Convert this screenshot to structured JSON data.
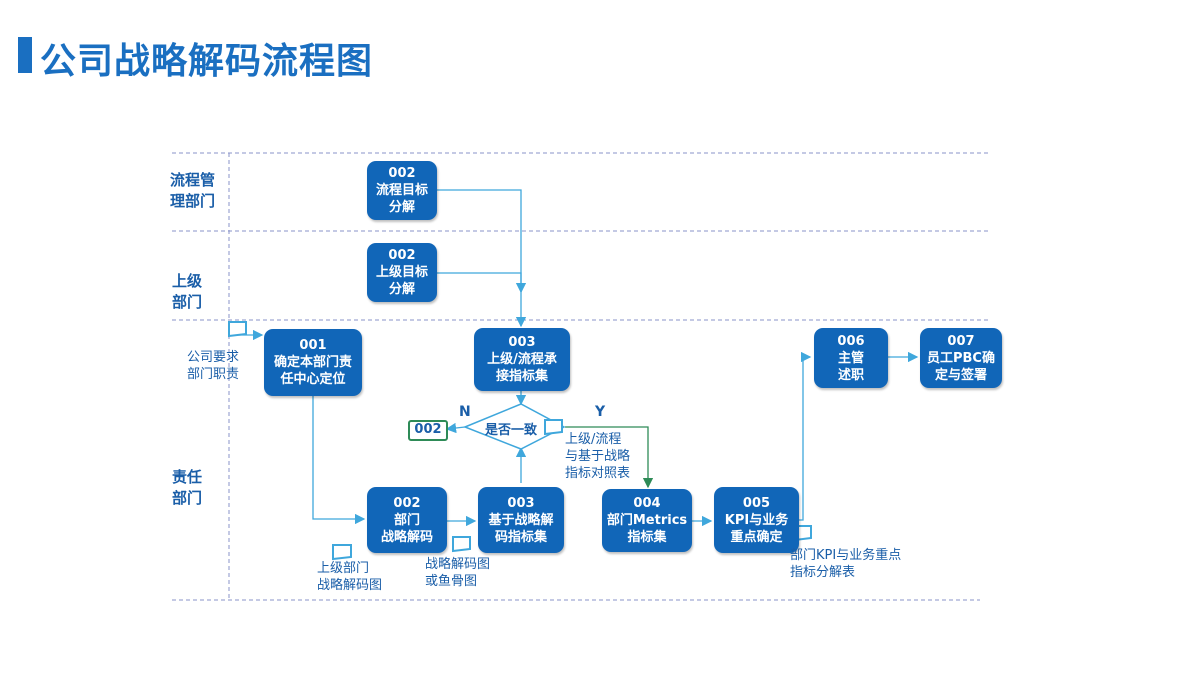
{
  "title": "公司战略解码流程图",
  "lanes": {
    "lane1": "流程管\n理部门",
    "lane2": "上级\n部门",
    "lane3": "责任\n部门"
  },
  "boxes": {
    "b002a": {
      "code": "002",
      "text": "流程目标\n分解"
    },
    "b002b": {
      "code": "002",
      "text": "上级目标\n分解"
    },
    "b001": {
      "code": "001",
      "text": "确定本部门责\n任中心定位"
    },
    "b003a": {
      "code": "003",
      "text": "上级/流程承\n接指标集"
    },
    "b002c": {
      "code": "002",
      "text": "部门\n战略解码"
    },
    "b003b": {
      "code": "003",
      "text": "基于战略解\n码指标集"
    },
    "b004": {
      "code": "004",
      "text": "部门Metrics\n指标集"
    },
    "b005": {
      "code": "005",
      "text": "KPI与业务\n重点确定"
    },
    "b006": {
      "code": "006",
      "text": "主管\n述职"
    },
    "b007": {
      "code": "007",
      "text": "员工PBC确\n定与签署"
    }
  },
  "decision": {
    "text": "是否一致",
    "no_label": "N",
    "yes_label": "Y",
    "no_target": "002"
  },
  "notes": {
    "company_req": "公司要求\n部门职责",
    "upper_flow": "上级/流程\n与基于战略\n指标对照表",
    "upper_dept": "上级部门\n战略解码图",
    "fishbone": "战略解码图\n或鱼骨图",
    "kpi_table": "部门KPI与业务重点\n指标分解表"
  },
  "colors": {
    "box": "#1166b8",
    "line": "#3fa7dc",
    "text": "#1a5ea8",
    "title": "#1a6fc1",
    "ref_border": "#2e8b57"
  }
}
